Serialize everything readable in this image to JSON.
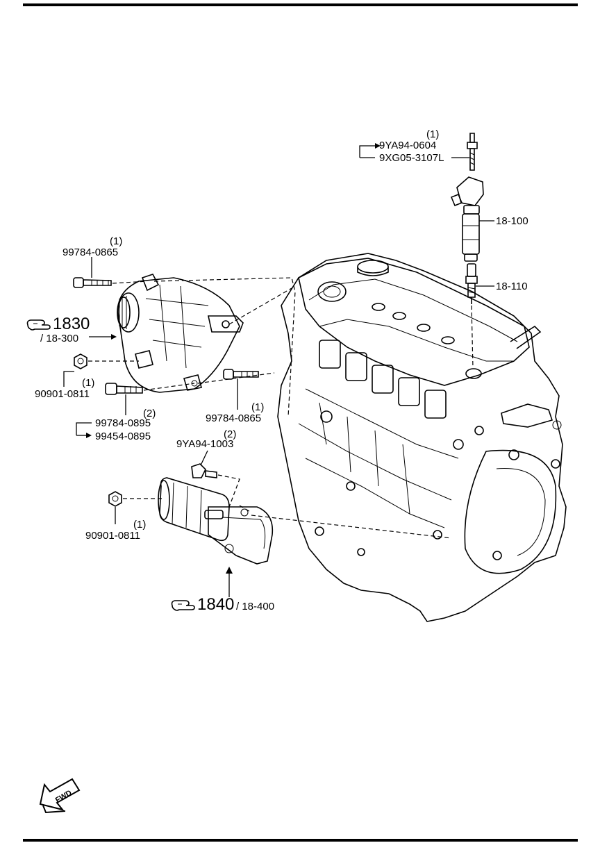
{
  "labels": {
    "coil_bolt_qty": "(1)",
    "coil_bolt_a": "9YA94-0604",
    "coil_bolt_b": "9XG05-3107L",
    "ignition_coil": "18-100",
    "spark_plug": "18-110",
    "alt_top_bolt_qty": "(1)",
    "alt_top_bolt": "99784-0865",
    "alternator_ref_num": "1830",
    "alternator_ref_sub": "/ 18-300",
    "alt_nut_qty": "(1)",
    "alt_nut": "90901-0811",
    "alt_bolt_qty": "(2)",
    "alt_bolt_a": "99784-0895",
    "alt_bolt_b": "99454-0895",
    "alt_side_bolt_qty": "(1)",
    "alt_side_bolt": "99784-0865",
    "starter_bolt_qty": "(2)",
    "starter_bolt": "9YA94-1003",
    "starter_nut_qty": "(1)",
    "starter_nut": "90901-0811",
    "starter_ref_num": "1840",
    "starter_ref_sub": "/ 18-400",
    "fwd": "FWD"
  },
  "icons": {
    "reference_pointer": "pointing-hand-icon",
    "forward_arrow": "fwd-arrow-icon"
  }
}
